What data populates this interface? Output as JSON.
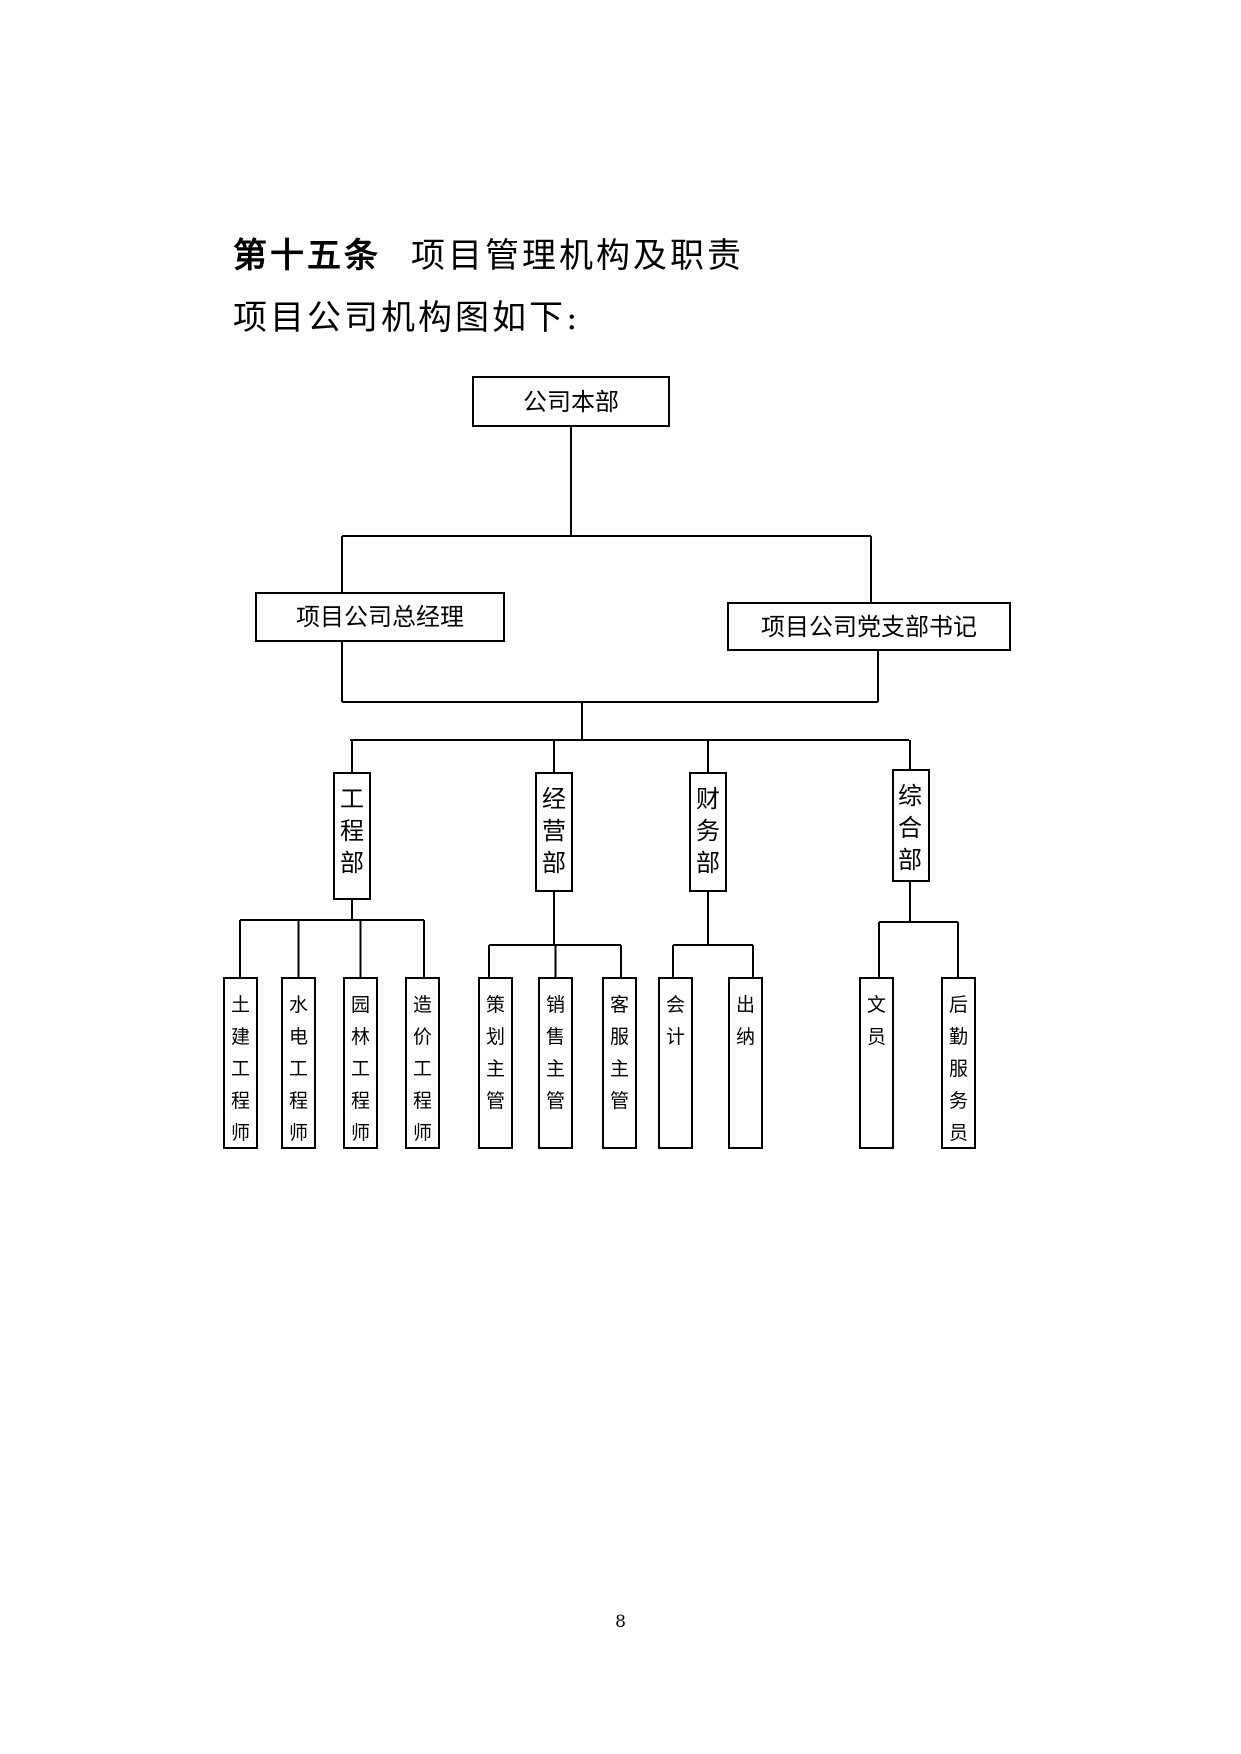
{
  "heading": {
    "label": "第十五条",
    "title": "项目管理机构及职责"
  },
  "intro": "项目公司机构图如下:",
  "org": {
    "root": "公司本部",
    "gm": "项目公司总经理",
    "party": "项目公司党支部书记",
    "departments": [
      {
        "name": "工程部",
        "staff": [
          "土建工程师",
          "水电工程师",
          "园林工程师",
          "造价工程师"
        ]
      },
      {
        "name": "经营部",
        "staff": [
          "策划主管",
          "销售主管",
          "客服主管"
        ]
      },
      {
        "name": "财务部",
        "staff": [
          "会计",
          "出纳"
        ]
      },
      {
        "name": "综合部",
        "staff": [
          "文员",
          "后勤服务员"
        ]
      }
    ]
  },
  "page_number": "8"
}
